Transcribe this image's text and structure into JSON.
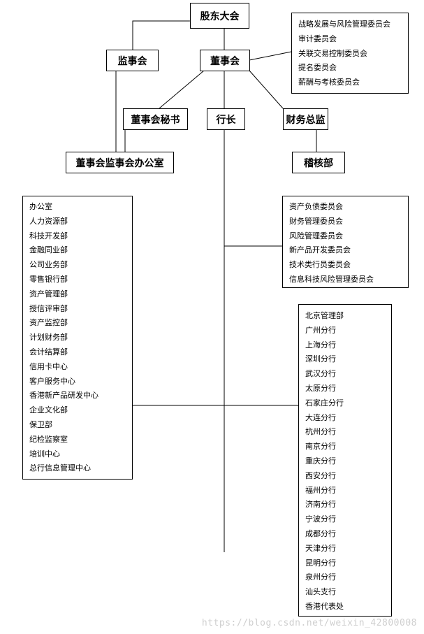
{
  "nodes": {
    "shareholders": "股东大会",
    "supervisory_board": "监事会",
    "board": "董事会",
    "board_secretary": "董事会秘书",
    "president": "行长",
    "cfo": "财务总监",
    "joint_office": "董事会监事会办公室",
    "audit_dept": "稽核部"
  },
  "board_committees": [
    "战略发展与风险管理委员会",
    "审计委员会",
    "关联交易控制委员会",
    "提名委员会",
    "薪酬与考核委员会"
  ],
  "president_committees": [
    "资产负债委员会",
    "财务管理委员会",
    "风险管理委员会",
    "新产品开发委员会",
    "技术类行员委员会",
    "信息科技风险管理委员会"
  ],
  "head_office_departments": [
    "办公室",
    "人力资源部",
    "科技开发部",
    "金融同业部",
    "公司业务部",
    "零售银行部",
    "资产管理部",
    "授信评审部",
    "资产监控部",
    "计划财务部",
    "会计结算部",
    "信用卡中心",
    "客户服务中心",
    "香港新产品研发中心",
    "企业文化部",
    "保卫部",
    "纪检监察室",
    "培训中心",
    "总行信息管理中心"
  ],
  "branches": [
    "北京管理部",
    "广州分行",
    "上海分行",
    "深圳分行",
    "武汉分行",
    "太原分行",
    "石家庄分行",
    "大连分行",
    "杭州分行",
    "南京分行",
    "重庆分行",
    "西安分行",
    "福州分行",
    "济南分行",
    "宁波分行",
    "成都分行",
    "天津分行",
    "昆明分行",
    "泉州分行",
    "汕头支行",
    "香港代表处"
  ],
  "watermark": "https://blog.csdn.net/weixin_42800008"
}
